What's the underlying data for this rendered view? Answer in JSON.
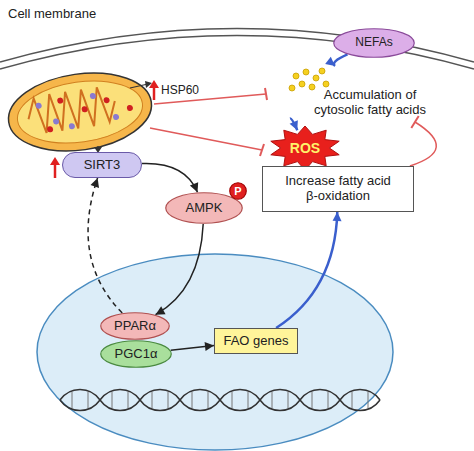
{
  "diagram": {
    "nodes": [
      {
        "text": [
          "NEFAs"
        ]
      },
      {
        "text": [
          "Accumulation of cytosolic fatty acids"
        ]
      },
      {
        "text": [
          "ROS"
        ]
      },
      {
        "text": [
          "SIRT3"
        ]
      },
      {
        "text": [
          "AMPK"
        ]
      },
      {
        "text": [
          "P"
        ],
        "in": 4
      },
      {
        "text": [
          "Increase fatty acid β-oxidation"
        ]
      },
      {
        "text": [
          "PPARα"
        ]
      },
      {
        "text": [
          "PGC1α"
        ]
      },
      {
        "text": [
          "FAO genes"
        ]
      }
    ],
    "edges": [
      {
        "from": 0,
        "to": 1,
        "arrow": "to"
      },
      {
        "from": 1,
        "to": 2,
        "arrow": "to"
      },
      {
        "from": 3,
        "to": 4,
        "arrow": "to"
      },
      {
        "from": 4,
        "to": 7,
        "arrow": "to"
      },
      {
        "from": 8,
        "to": 9,
        "arrow": "to"
      },
      {
        "from": 7,
        "to": 3,
        "arrow": "to"
      },
      {
        "from": 9,
        "to": 6,
        "arrow": "to"
      },
      {
        "from": 6,
        "to": 1,
        "arrow": "to"
      }
    ],
    "labels": [
      "Cell membrane",
      "HSP60"
    ]
  }
}
